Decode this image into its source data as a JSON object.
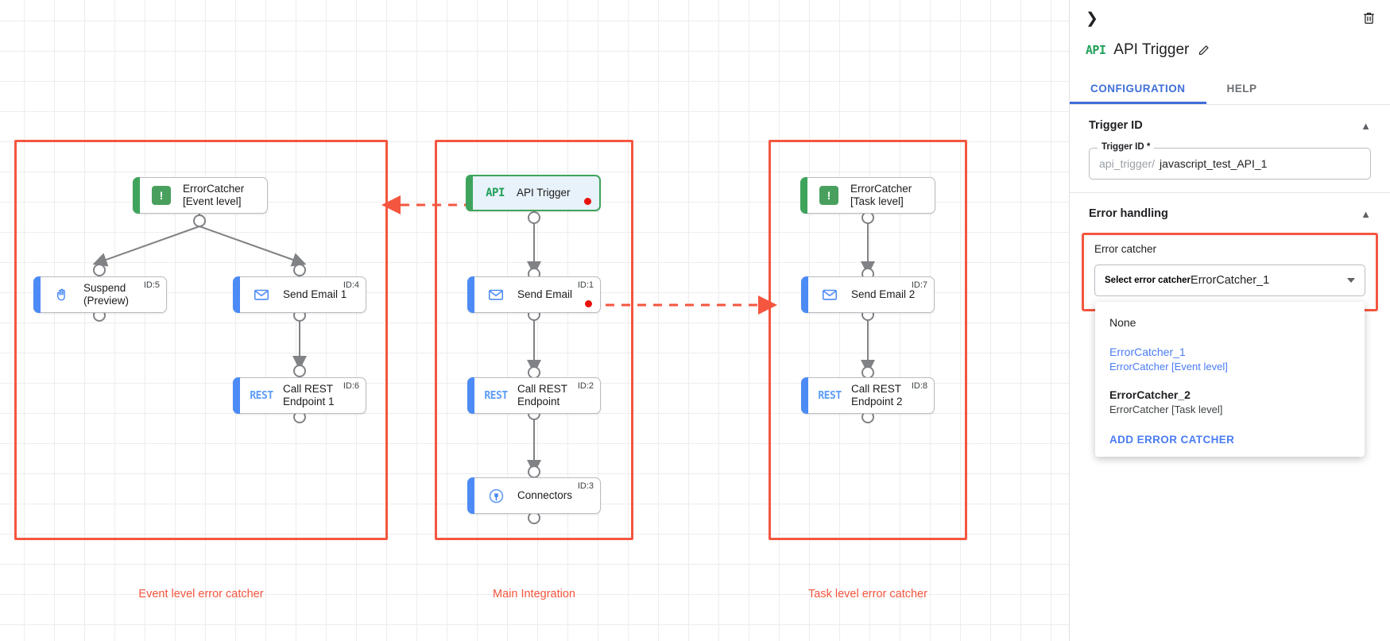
{
  "canvas": {
    "groups": [
      {
        "label": "Event level error catcher"
      },
      {
        "label": "Main Integration"
      },
      {
        "label": "Task level error catcher"
      }
    ],
    "nodes": {
      "event_catcher": {
        "label": "ErrorCatcher\n[Event level]",
        "id": "",
        "icon": "exclamation-icon"
      },
      "suspend": {
        "label": "Suspend\n(Preview)",
        "id": "ID:5",
        "icon": "hand-icon"
      },
      "send_email_1": {
        "label": "Send Email 1",
        "id": "ID:4",
        "icon": "envelope-icon"
      },
      "call_rest_1": {
        "label": "Call REST\nEndpoint 1",
        "id": "ID:6",
        "icon": "rest-icon"
      },
      "api_trigger": {
        "label": "API Trigger",
        "id": "",
        "icon": "api-icon"
      },
      "send_email": {
        "label": "Send Email",
        "id": "ID:1",
        "icon": "envelope-icon"
      },
      "call_rest": {
        "label": "Call REST\nEndpoint",
        "id": "ID:2",
        "icon": "rest-icon"
      },
      "connectors": {
        "label": "Connectors",
        "id": "ID:3",
        "icon": "connector-icon"
      },
      "task_catcher": {
        "label": "ErrorCatcher\n[Task level]",
        "id": "",
        "icon": "exclamation-icon"
      },
      "send_email_2": {
        "label": "Send Email 2",
        "id": "ID:7",
        "icon": "envelope-icon"
      },
      "call_rest_2": {
        "label": "Call REST\nEndpoint 2",
        "id": "ID:8",
        "icon": "rest-icon"
      }
    }
  },
  "panel": {
    "collapse_icon": "chevron-right-icon",
    "delete_icon": "trash-icon",
    "title_icon": "api-icon",
    "title": "API Trigger",
    "edit_icon": "pencil-icon",
    "tabs": [
      {
        "label": "CONFIGURATION",
        "active": true
      },
      {
        "label": "HELP",
        "active": false
      }
    ],
    "trigger_id_section": {
      "title": "Trigger ID",
      "collapse_icon": "chevron-up-icon",
      "field_label": "Trigger ID *",
      "prefix": "api_trigger/",
      "value": "javascript_test_API_1"
    },
    "error_handling_section": {
      "title": "Error handling",
      "collapse_icon": "chevron-up-icon",
      "error_catcher_label": "Error catcher",
      "select_label": "Select error catcher",
      "selected_value": "ErrorCatcher_1",
      "dropdown_open": true,
      "options": [
        {
          "primary": "None",
          "secondary": "",
          "selected": false
        },
        {
          "primary": "ErrorCatcher_1",
          "secondary": "ErrorCatcher [Event level]",
          "selected": true
        },
        {
          "primary": "ErrorCatcher_2",
          "secondary": "ErrorCatcher [Task level]",
          "selected": false
        }
      ],
      "add_label": "ADD ERROR CATCHER"
    }
  },
  "colors": {
    "accent_blue": "#4c8bf5",
    "accent_green": "#3fa45b",
    "group_red": "#f4563f",
    "error_dot": "#e8120b",
    "link_blue": "#4a7cf5",
    "tab_active": "#3f6fd8"
  }
}
